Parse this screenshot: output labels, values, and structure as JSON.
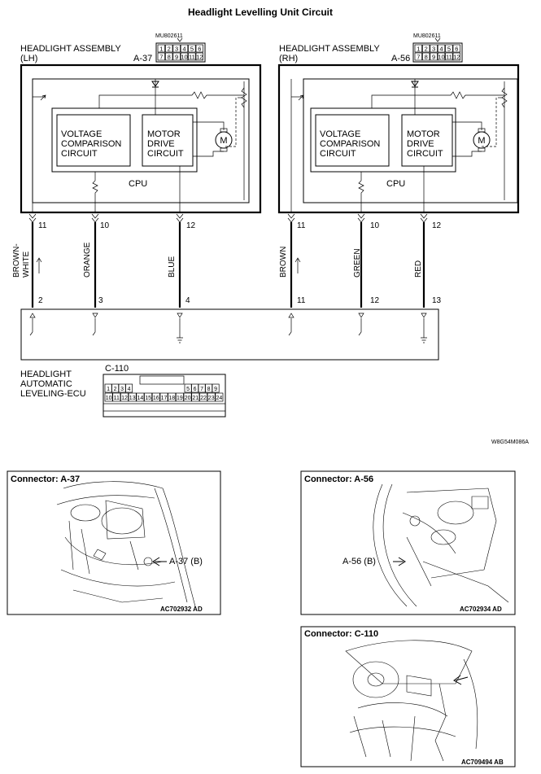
{
  "title": "Headlight Levelling Unit Circuit",
  "lh": {
    "name_line1": "HEADLIGHT ASSEMBLY",
    "name_line2": "(LH)",
    "connector": "A-37",
    "part_no": "MU802611",
    "pins_top": [
      "1",
      "2",
      "3",
      "4",
      "5",
      "6"
    ],
    "pins_bottom": [
      "7",
      "8",
      "9",
      "10",
      "11",
      "12"
    ],
    "pins": [
      "11",
      "10",
      "12"
    ],
    "ecu_pins": [
      "2",
      "3",
      "4"
    ],
    "wires": [
      "BROWN-\nWHITE",
      "ORANGE",
      "BLUE"
    ]
  },
  "rh": {
    "name_line1": "HEADLIGHT ASSEMBLY",
    "name_line2": "(RH)",
    "connector": "A-56",
    "part_no": "MU802611",
    "pins_top": [
      "1",
      "2",
      "3",
      "4",
      "5",
      "6"
    ],
    "pins_bottom": [
      "7",
      "8",
      "9",
      "10",
      "11",
      "12"
    ],
    "pins": [
      "11",
      "10",
      "12"
    ],
    "ecu_pins": [
      "11",
      "12",
      "13"
    ],
    "wires": [
      "BROWN",
      "GREEN",
      "RED"
    ]
  },
  "inner": {
    "vcc_line1": "VOLTAGE",
    "vcc_line2": "COMPARISON",
    "vcc_line3": "CIRCUIT",
    "motor_line1": "MOTOR",
    "motor_line2": "DRIVE",
    "motor_line3": "CIRCUIT",
    "cpu": "CPU",
    "motor_symbol": "M"
  },
  "ecu": {
    "name_line1": "HEADLIGHT",
    "name_line2": "AUTOMATIC",
    "name_line3": "LEVELING-ECU",
    "connector": "C-110",
    "pins_top": [
      "1",
      "2",
      "3",
      "4",
      "5",
      "6",
      "7",
      "8",
      "9"
    ],
    "pins_bottom": [
      "10",
      "11",
      "12",
      "13",
      "14",
      "15",
      "16",
      "17",
      "18",
      "19",
      "20",
      "21",
      "22",
      "23",
      "24"
    ]
  },
  "figure_code": "W8G54M086A",
  "locators": [
    {
      "title": "Connector: A-37",
      "callout": "A-37 (B)",
      "code": "AC702932 AD"
    },
    {
      "title": "Connector: A-56",
      "callout": "A-56 (B)",
      "code": "AC702934 AD"
    },
    {
      "title": "Connector: C-110",
      "callout": "",
      "code": "AC709494 AB"
    }
  ]
}
